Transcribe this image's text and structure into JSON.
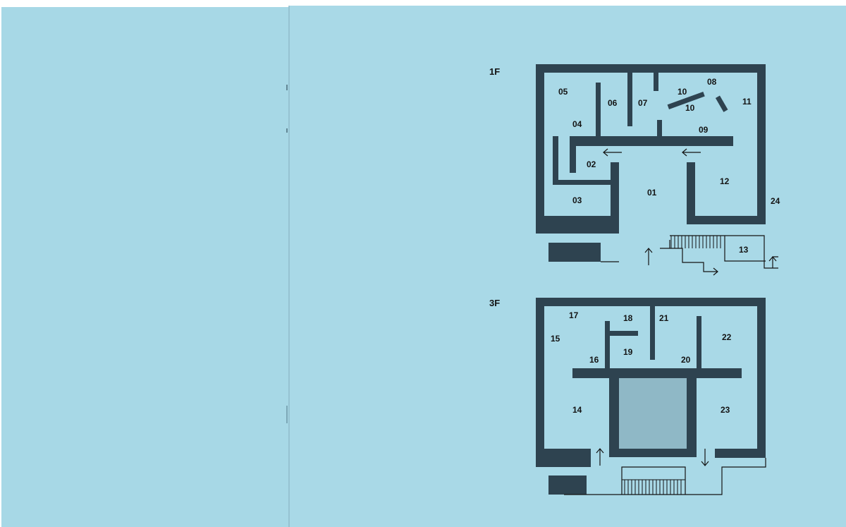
{
  "floors": [
    {
      "label": "1F"
    },
    {
      "label": "3F"
    }
  ],
  "rooms_1f": {
    "r01": "01",
    "r02": "02",
    "r03": "03",
    "r04": "04",
    "r05": "05",
    "r06": "06",
    "r07": "07",
    "r08": "08",
    "r09": "09",
    "r10a": "10",
    "r10b": "10",
    "r11": "11",
    "r12": "12",
    "r13": "13",
    "r24": "24"
  },
  "rooms_3f": {
    "r14": "14",
    "r15": "15",
    "r16": "16",
    "r17": "17",
    "r18": "18",
    "r19": "19",
    "r20": "20",
    "r21": "21",
    "r22": "22",
    "r23": "23"
  },
  "colors": {
    "paper": "#a7d8e6",
    "wall": "#2e4350",
    "void": "#8fb8c6",
    "ink": "#141414"
  }
}
